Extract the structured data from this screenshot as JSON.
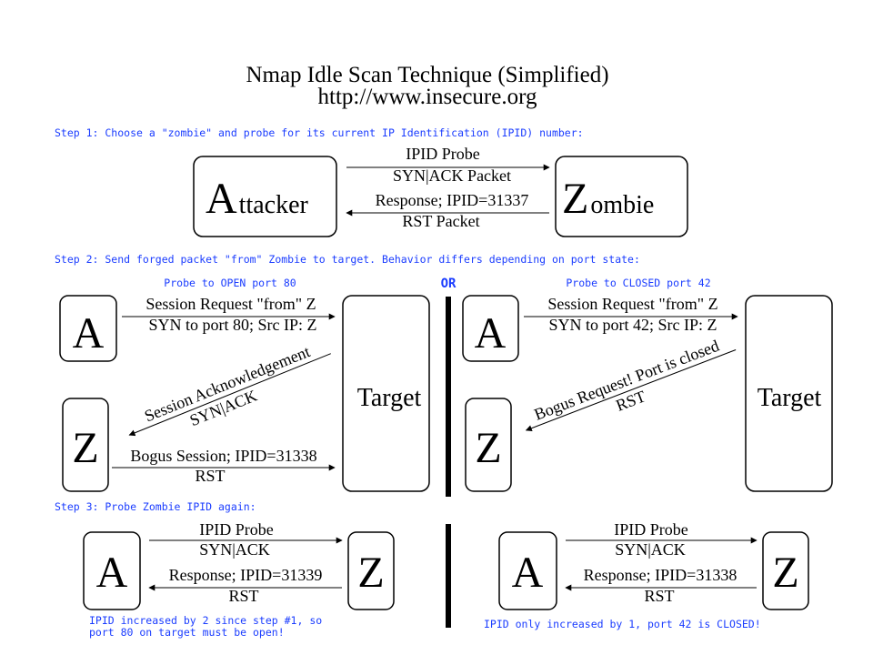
{
  "title": "Nmap Idle Scan Technique (Simplified)",
  "url": "http://www.insecure.org",
  "colors": {
    "blue": "#1a3cff",
    "black": "#000000"
  },
  "step1": {
    "caption": "Step 1: Choose a \"zombie\" and probe for its current IP Identification (IPID) number:",
    "attacker_initial": "A",
    "attacker_rest": "ttacker",
    "zombie_initial": "Z",
    "zombie_rest": "ombie",
    "probe_top": "IPID Probe",
    "probe_bottom": "SYN|ACK Packet",
    "response_top": "Response; IPID=31337",
    "response_bottom": "RST Packet"
  },
  "step2": {
    "caption": "Step 2: Send forged packet \"from\" Zombie to target. Behavior differs depending on port state:",
    "or_label": "OR",
    "left": {
      "heading": "Probe to OPEN port 80",
      "a_label": "A",
      "z_label": "Z",
      "target_label": "Target",
      "req_top": "Session Request \"from\" Z",
      "req_bottom": "SYN to port 80; Src IP: Z",
      "ack_top": "Session Acknowledgement",
      "ack_bottom": "SYN|ACK",
      "bogus_top": "Bogus Session; IPID=31338",
      "bogus_bottom": "RST"
    },
    "right": {
      "heading": "Probe to CLOSED port 42",
      "a_label": "A",
      "z_label": "Z",
      "target_label": "Target",
      "req_top": "Session Request \"from\" Z",
      "req_bottom": "SYN to port 42; Src IP: Z",
      "bogus_top": "Bogus Request! Port is closed",
      "bogus_bottom": "RST"
    }
  },
  "step3": {
    "caption": "Step 3: Probe Zombie IPID again:",
    "left": {
      "a_label": "A",
      "z_label": "Z",
      "probe_top": "IPID Probe",
      "probe_bottom": "SYN|ACK",
      "response_top": "Response; IPID=31339",
      "response_bottom": "RST",
      "conclusion_line1": "IPID increased by 2 since step #1, so",
      "conclusion_line2": "port 80 on target must be open!"
    },
    "right": {
      "a_label": "A",
      "z_label": "Z",
      "probe_top": "IPID Probe",
      "probe_bottom": "SYN|ACK",
      "response_top": "Response; IPID=31338",
      "response_bottom": "RST",
      "conclusion_line1": "IPID only increased by 1, port 42 is CLOSED!"
    }
  }
}
